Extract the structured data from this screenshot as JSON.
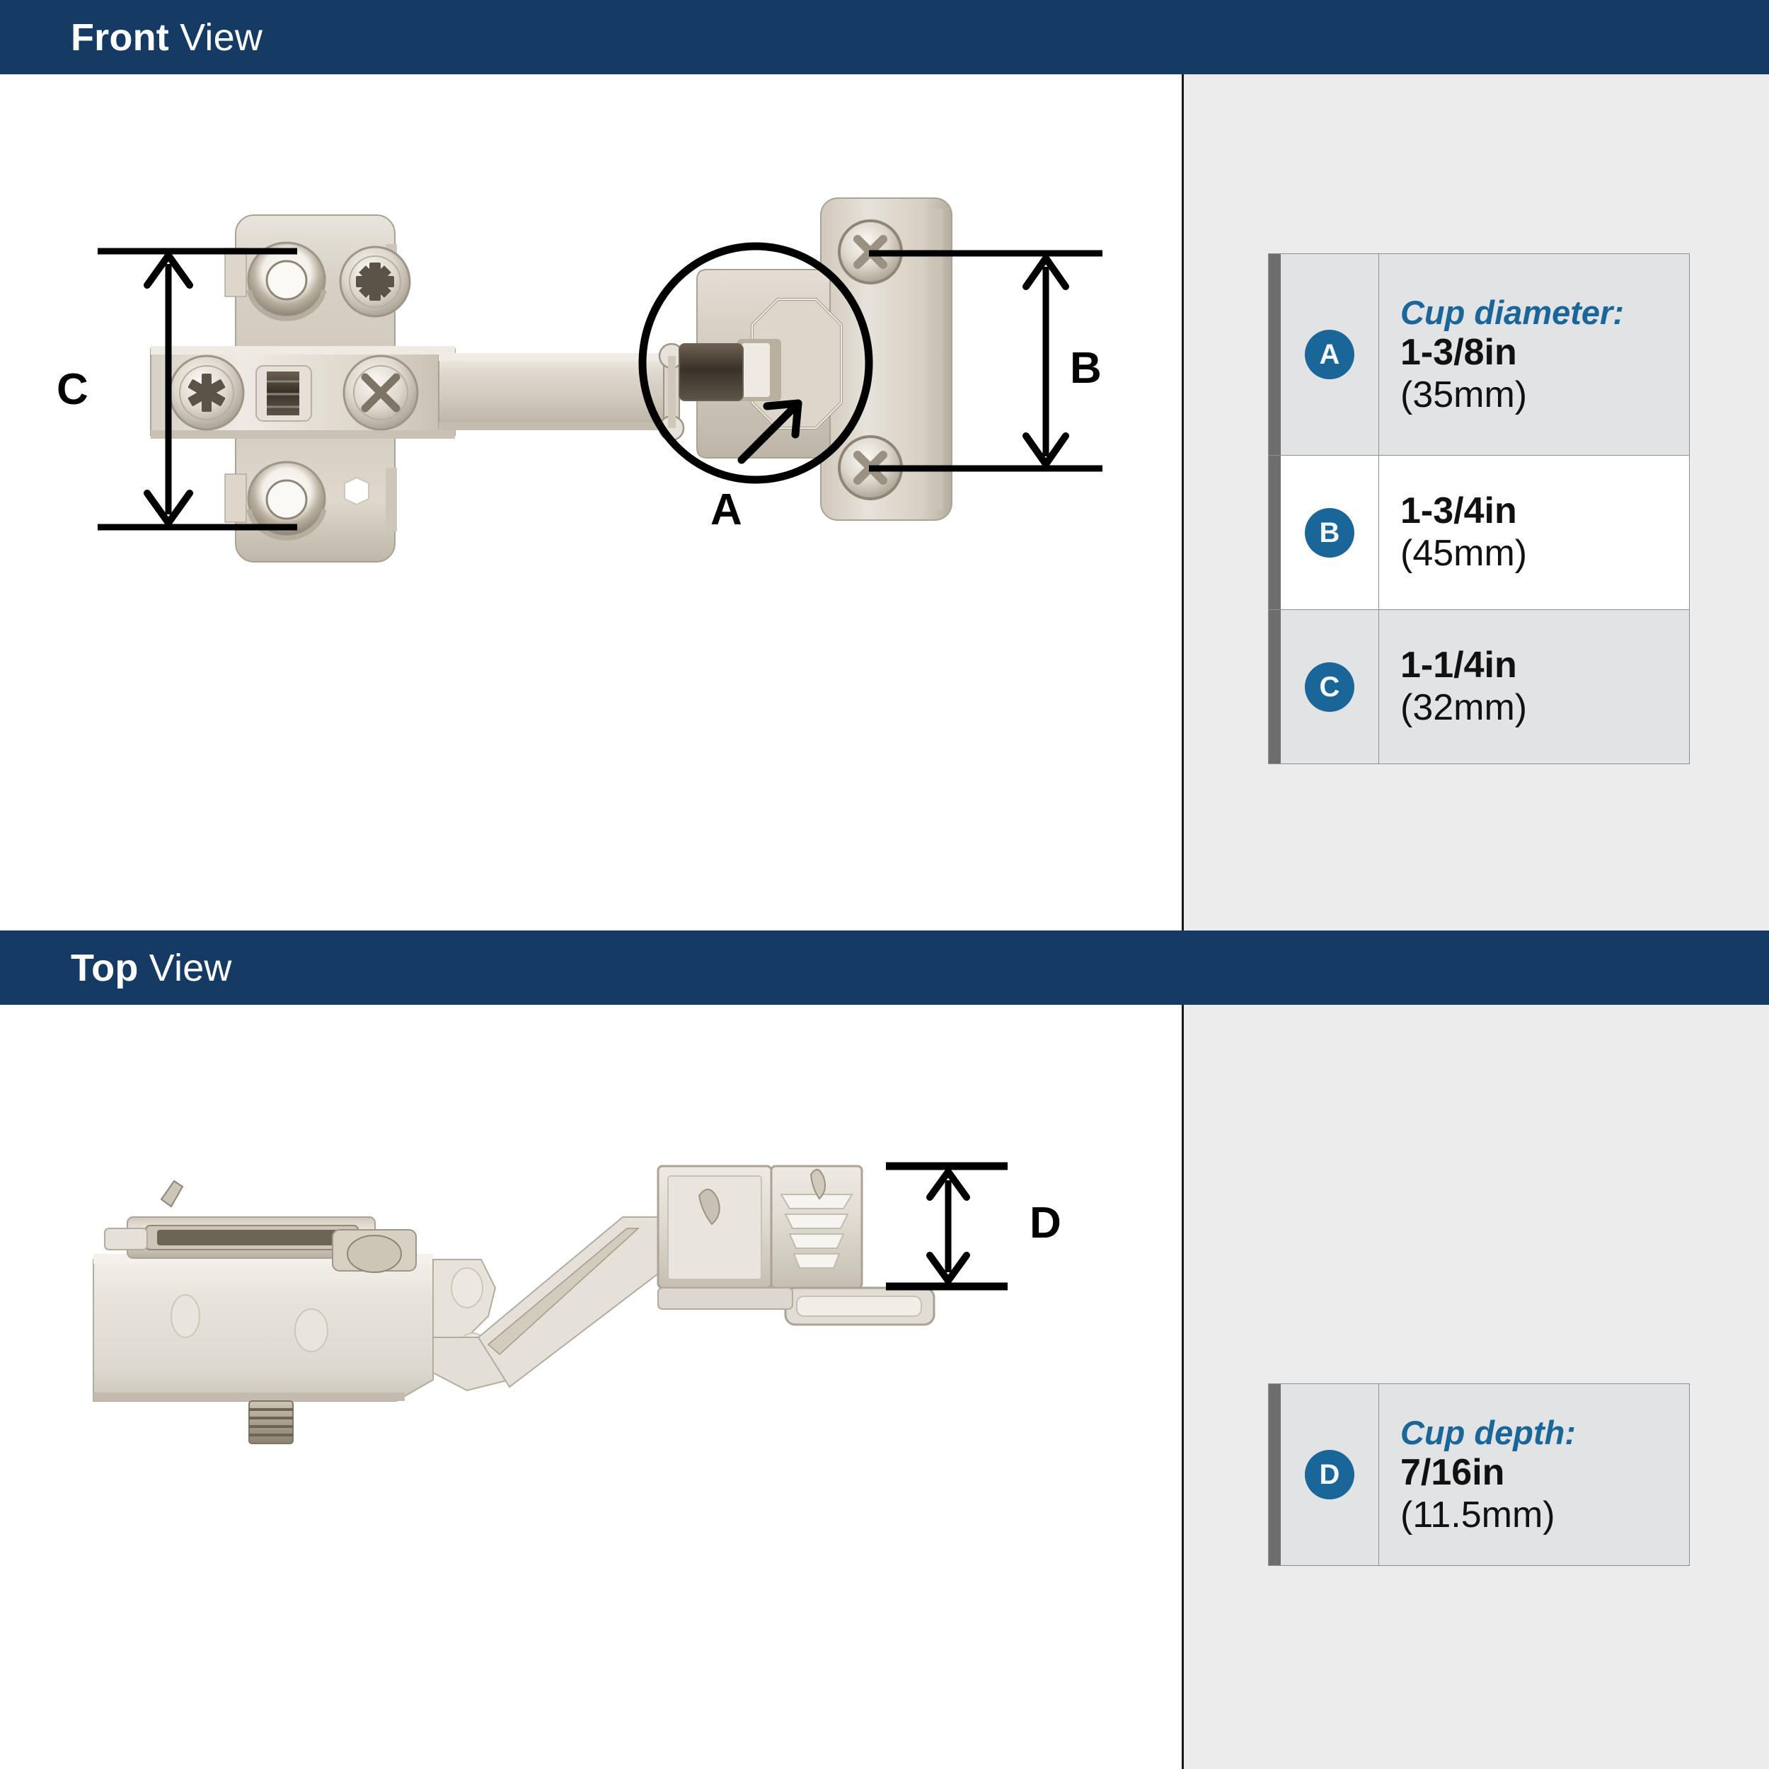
{
  "views": [
    {
      "id": "front",
      "title_bold": "Front",
      "title_regular": " View",
      "callouts": [
        {
          "key": "A",
          "name": "cup-callout"
        },
        {
          "key": "B",
          "name": "plate-height-dimension"
        },
        {
          "key": "C",
          "name": "mounting-plate-height-dimension"
        }
      ],
      "legend": [
        {
          "key": "A",
          "caption": "Cup diameter:",
          "value_in": "1-3/8in",
          "value_mm": "(35mm)",
          "shaded": true
        },
        {
          "key": "B",
          "caption": "",
          "value_in": "1-3/4in",
          "value_mm": "(45mm)",
          "shaded": false
        },
        {
          "key": "C",
          "caption": "",
          "value_in": "1-1/4in",
          "value_mm": "(32mm)",
          "shaded": true
        }
      ]
    },
    {
      "id": "top",
      "title_bold": "Top",
      "title_regular": " View",
      "callouts": [
        {
          "key": "D",
          "name": "cup-depth-dimension"
        }
      ],
      "legend": [
        {
          "key": "D",
          "caption": "Cup depth:",
          "value_in": "7/16in",
          "value_mm": "(11.5mm)",
          "shaded": true
        }
      ]
    }
  ],
  "colors": {
    "band": "#153a63",
    "badge": "#1b6699",
    "caption": "#1b6699",
    "right_panel": "#ececec",
    "row_shade": "#e1e3e5",
    "row_plain": "#ffffff",
    "row_border": "#8d9196",
    "accent_bar": "#6e6e6e",
    "dimension_line": "#000000"
  },
  "labels": {
    "front_A": "A",
    "front_B": "B",
    "front_C": "C",
    "top_D": "D"
  }
}
